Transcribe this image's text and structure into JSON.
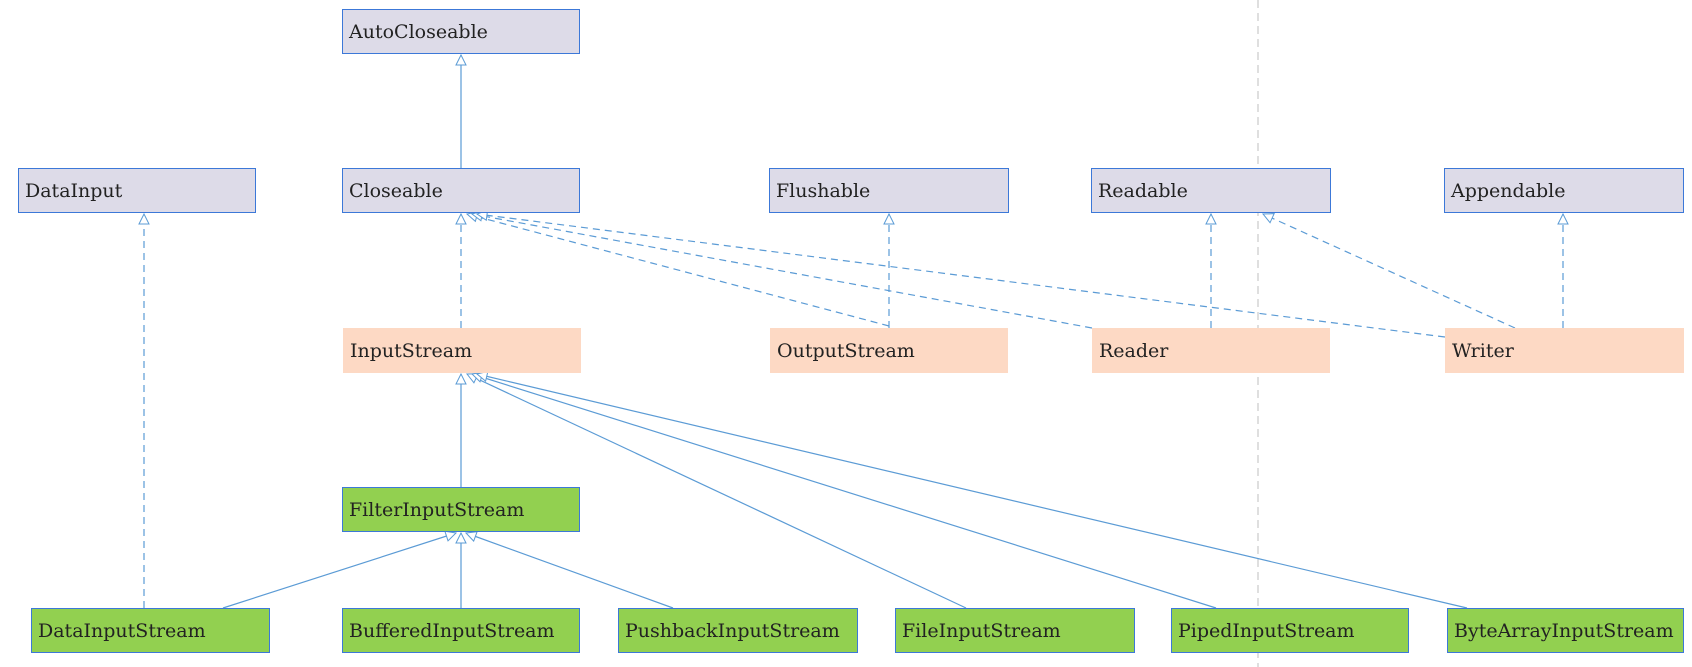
{
  "nodes": {
    "autocloseable": {
      "label": "AutoCloseable",
      "kind": "interface"
    },
    "datainput": {
      "label": "DataInput",
      "kind": "interface"
    },
    "closeable": {
      "label": "Closeable",
      "kind": "interface"
    },
    "flushable": {
      "label": "Flushable",
      "kind": "interface"
    },
    "readable": {
      "label": "Readable",
      "kind": "interface"
    },
    "appendable": {
      "label": "Appendable",
      "kind": "interface"
    },
    "inputstream": {
      "label": "InputStream",
      "kind": "abstract"
    },
    "outputstream": {
      "label": "OutputStream",
      "kind": "abstract"
    },
    "reader": {
      "label": "Reader",
      "kind": "abstract"
    },
    "writer": {
      "label": "Writer",
      "kind": "abstract"
    },
    "filterinputstream": {
      "label": "FilterInputStream",
      "kind": "class"
    },
    "datainputstream": {
      "label": "DataInputStream",
      "kind": "class"
    },
    "bufferedinputstream": {
      "label": "BufferedInputStream",
      "kind": "class"
    },
    "pushbackinputstream": {
      "label": "PushbackInputStream",
      "kind": "class"
    },
    "fileinputstream": {
      "label": "FileInputStream",
      "kind": "class"
    },
    "pipedinputstream": {
      "label": "PipedInputStream",
      "kind": "class"
    },
    "bytearrayinputstream": {
      "label": "ByteArrayInputStream",
      "kind": "class"
    }
  },
  "edges": [
    {
      "from": "closeable",
      "to": "autocloseable",
      "type": "extends"
    },
    {
      "from": "inputstream",
      "to": "closeable",
      "type": "implements"
    },
    {
      "from": "outputstream",
      "to": "closeable",
      "type": "implements"
    },
    {
      "from": "reader",
      "to": "closeable",
      "type": "implements"
    },
    {
      "from": "writer",
      "to": "closeable",
      "type": "implements"
    },
    {
      "from": "outputstream",
      "to": "flushable",
      "type": "implements"
    },
    {
      "from": "reader",
      "to": "readable",
      "type": "implements"
    },
    {
      "from": "writer",
      "to": "readable",
      "type": "implements"
    },
    {
      "from": "writer",
      "to": "appendable",
      "type": "implements"
    },
    {
      "from": "datainputstream",
      "to": "datainput",
      "type": "implements"
    },
    {
      "from": "filterinputstream",
      "to": "inputstream",
      "type": "extends"
    },
    {
      "from": "fileinputstream",
      "to": "inputstream",
      "type": "extends"
    },
    {
      "from": "pipedinputstream",
      "to": "inputstream",
      "type": "extends"
    },
    {
      "from": "bytearrayinputstream",
      "to": "inputstream",
      "type": "extends"
    },
    {
      "from": "datainputstream",
      "to": "filterinputstream",
      "type": "extends"
    },
    {
      "from": "bufferedinputstream",
      "to": "filterinputstream",
      "type": "extends"
    },
    {
      "from": "pushbackinputstream",
      "to": "filterinputstream",
      "type": "extends"
    }
  ],
  "colors": {
    "interface_fill": "#dddbe8",
    "abstract_fill": "#fdd9c4",
    "class_fill": "#92d050",
    "border": "#3c78d8",
    "edge": "#5b9bd5",
    "separator": "#bfbfbf"
  }
}
